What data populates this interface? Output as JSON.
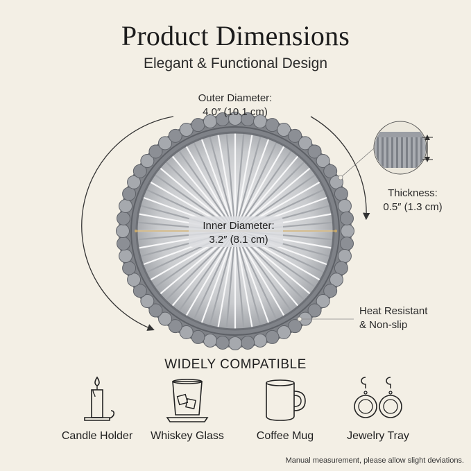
{
  "header": {
    "title": "Product Dimensions",
    "subtitle": "Elegant & Functional Design"
  },
  "dimensions": {
    "outer": {
      "label": "Outer Diameter:",
      "value": "4.0″ (10.1 cm)"
    },
    "thickness": {
      "label": "Thickness:",
      "value": "0.5″ (1.3 cm)"
    },
    "inner": {
      "label": "Inner Diameter:",
      "value": "3.2″ (8.1 cm)"
    },
    "heat": {
      "line1": "Heat Resistant",
      "line2": "& Non-slip"
    }
  },
  "compatible": {
    "heading": "WIDELY COMPATIBLE",
    "items": [
      {
        "label": "Candle Holder",
        "icon": "candle-icon"
      },
      {
        "label": "Whiskey Glass",
        "icon": "whiskey-glass-icon"
      },
      {
        "label": "Coffee Mug",
        "icon": "coffee-mug-icon"
      },
      {
        "label": "Jewelry Tray",
        "icon": "earrings-icon"
      }
    ]
  },
  "footer": {
    "note": "Manual measurement, please allow slight deviations."
  },
  "colors": {
    "background": "#f3efe5",
    "glass": "#8a8d93",
    "glass_dark": "#5d6066",
    "accent": "#c8a96a"
  }
}
